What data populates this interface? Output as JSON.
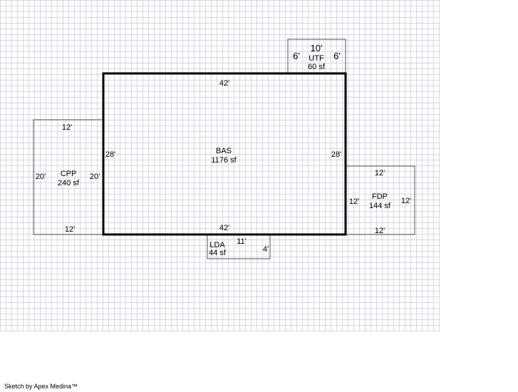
{
  "footer_text": "Sketch by Apex Medina™",
  "areas": {
    "bas": {
      "code": "BAS",
      "area": "1176 sf",
      "top": "42'",
      "bottom": "42'",
      "left": "28'",
      "right": "28'"
    },
    "utf": {
      "code": "UTF",
      "area": "60 sf",
      "top": "10'",
      "left": "6'",
      "right": "6'"
    },
    "cpp": {
      "code": "CPP",
      "area": "240 sf",
      "top": "12'",
      "bottom": "12'",
      "left": "20'",
      "right": "20'"
    },
    "fdp": {
      "code": "FDP",
      "area": "144 sf",
      "top": "12'",
      "bottom": "12'",
      "left": "12'",
      "right": "12'"
    },
    "lda": {
      "code": "LDA",
      "area": "44 sf",
      "top": "11'",
      "right": "4'"
    }
  },
  "colors": {
    "grid": "#d6d6e4",
    "main_outline": "#000000",
    "sub_outline": "#555555"
  }
}
